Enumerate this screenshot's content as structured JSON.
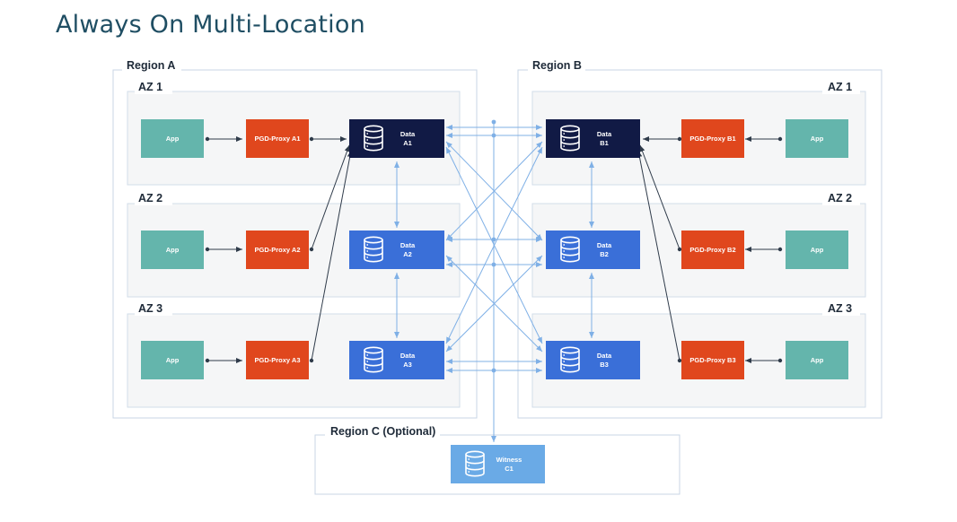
{
  "title": "Always On Multi-Location",
  "colors": {
    "app": "#64b5ac",
    "proxy": "#e0471d",
    "data_primary": "#111a45",
    "data": "#3a6fd8",
    "witness": "#6aaae6",
    "connector": "#7fb0e6",
    "arrow_dark": "#2f3b4a",
    "title": "#1f4e63"
  },
  "regions": {
    "a": {
      "label": "Region A"
    },
    "b": {
      "label": "Region B"
    },
    "c": {
      "label": "Region C (Optional)"
    }
  },
  "azs": {
    "a1": "AZ 1",
    "a2": "AZ 2",
    "a3": "AZ 3",
    "b1": "AZ 1",
    "b2": "AZ 2",
    "b3": "AZ 3"
  },
  "nodes": {
    "app": "App",
    "proxy_a1": "PGD-Proxy A1",
    "proxy_a2": "PGD-Proxy A2",
    "proxy_a3": "PGD-Proxy A3",
    "proxy_b1": "PGD-Proxy B1",
    "proxy_b2": "PGD-Proxy B2",
    "proxy_b3": "PGD-Proxy B3",
    "data_a1": [
      "Data",
      "A1"
    ],
    "data_a2": [
      "Data",
      "A2"
    ],
    "data_a3": [
      "Data",
      "A3"
    ],
    "data_b1": [
      "Data",
      "B1"
    ],
    "data_b2": [
      "Data",
      "B2"
    ],
    "data_b3": [
      "Data",
      "B3"
    ],
    "witness_c1": [
      "Witness",
      "C1"
    ]
  }
}
